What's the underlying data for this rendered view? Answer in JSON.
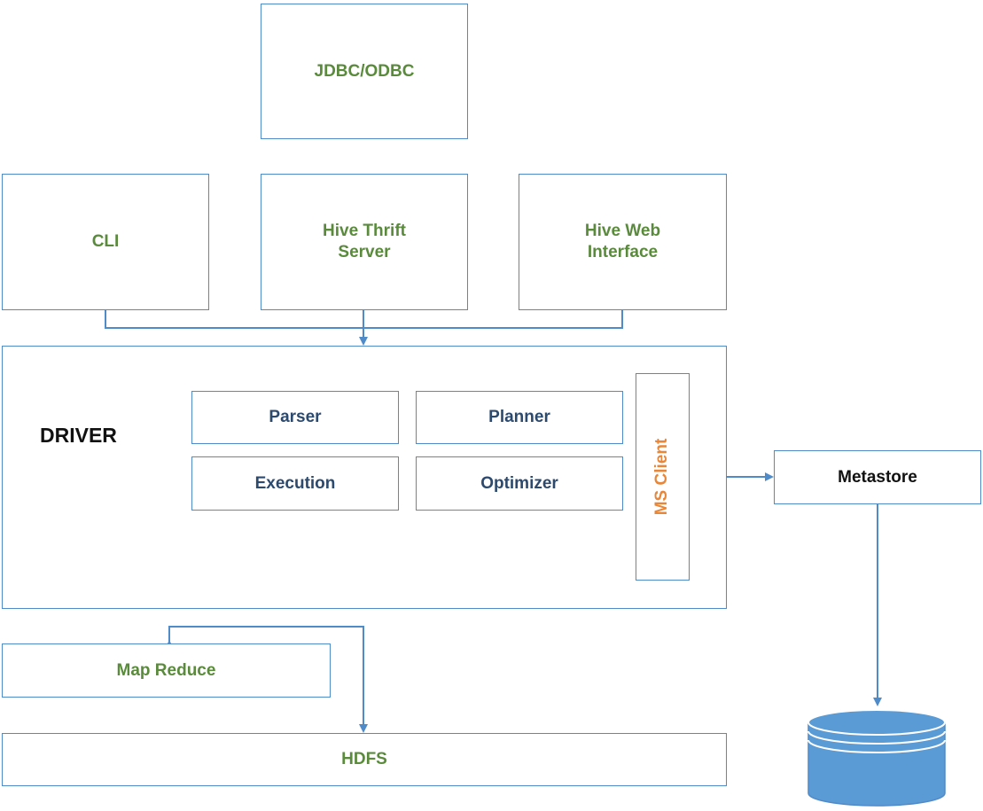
{
  "diagram": {
    "jdbc": "JDBC/ODBC",
    "cli": "CLI",
    "thrift": "Hive Thrift\nServer",
    "web": "Hive Web\nInterface",
    "driver": "DRIVER",
    "parser": "Parser",
    "planner": "Planner",
    "execution": "Execution",
    "optimizer": "Optimizer",
    "ms_client": "MS Client",
    "metastore": "Metastore",
    "map_reduce": "Map Reduce",
    "hdfs": "HDFS"
  },
  "colors": {
    "border": "#4f8ac9",
    "client_text": "#5a8a3c",
    "component_text": "#2c4a6e",
    "ms_client_text": "#e8873a",
    "database_fill": "#5b9bd5"
  }
}
